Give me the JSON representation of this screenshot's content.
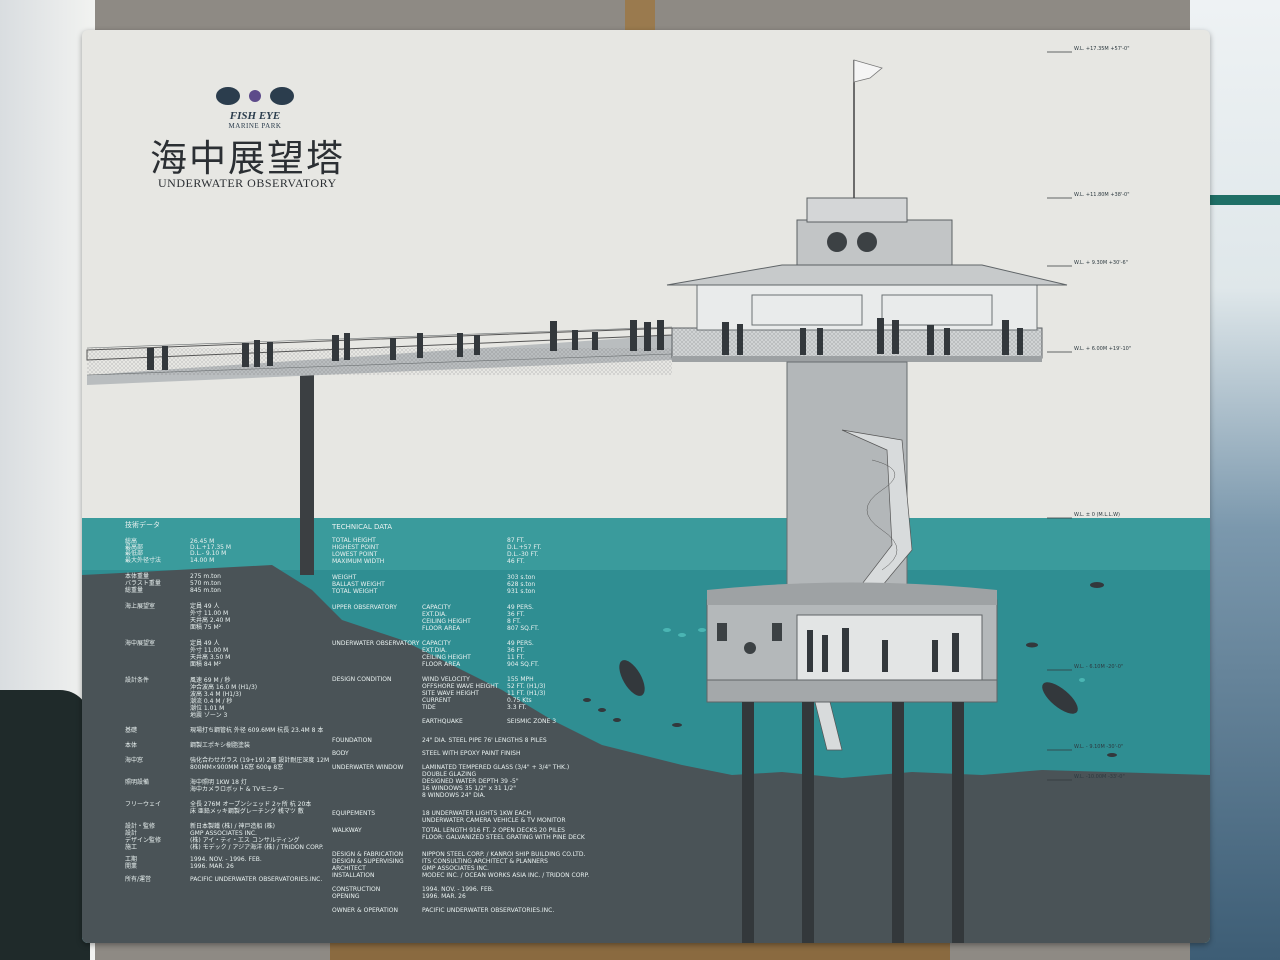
{
  "logo": {
    "name": "FISH EYE",
    "sub": "MARINE PARK"
  },
  "title_jp": "海中展望塔",
  "title_en": "UNDERWATER OBSERVATORY",
  "water_levels": [
    "W.L. +17.35M +57'-0\"",
    "W.L. +11.80M +38'-0\"",
    "W.L. + 9.30M +30'-6\"",
    "W.L. + 6.00M +19'-10\"",
    "W.L. ± 0    (M.L.L.W)",
    "W.L. - 6.10M -20'-0\"",
    "W.L. - 9.10M -30'-0\"",
    "W.L. -10.00M -33'-0\""
  ],
  "tech_jp": {
    "heading": "技術データ",
    "rows": [
      {
        "label": "総高",
        "value": "26.45 M"
      },
      {
        "label": "最高部",
        "value": "D.L.+17.35 M"
      },
      {
        "label": "最低部",
        "value": "D.L.- 9.10 M"
      },
      {
        "label": "最大外径寸法",
        "value": "14.00 M"
      },
      {
        "label": "本体重量",
        "value": "275 m.ton"
      },
      {
        "label": "バラスト重量",
        "value": "570 m.ton"
      },
      {
        "label": "総重量",
        "value": "845 m.ton"
      },
      {
        "label": "海上展望室",
        "value": "定員 49 人"
      },
      {
        "label": "",
        "value": "外寸 11.00 M"
      },
      {
        "label": "",
        "value": "天井高 2.40 M"
      },
      {
        "label": "",
        "value": "面積 75 M²"
      },
      {
        "label": "海中展望室",
        "value": "定員 49 人"
      },
      {
        "label": "",
        "value": "外寸 11.00 M"
      },
      {
        "label": "",
        "value": "天井高 3.50 M"
      },
      {
        "label": "",
        "value": "面積 84 M²"
      },
      {
        "label": "設計条件",
        "value": "風速 69 M / 秒"
      },
      {
        "label": "",
        "value": "沖合波高 16.0 M (H1/3)"
      },
      {
        "label": "",
        "value": "波高 3.4 M (H1/3)"
      },
      {
        "label": "",
        "value": "潮流 0.4 M / 秒"
      },
      {
        "label": "",
        "value": "潮位 1.01 M"
      },
      {
        "label": "",
        "value": "地震 ゾーン 3"
      },
      {
        "label": "基礎",
        "value": "現場打ち鋼管杭 外径 609.6MM 杭長 23.4M 8 本"
      },
      {
        "label": "本体",
        "value": "鋼製エポキシ樹脂塗装"
      },
      {
        "label": "海中窓",
        "value": "強化合わせガラス (19+19) 2層 設計耐圧深度 12M"
      },
      {
        "label": "",
        "value": "800MM×900MM 16窓 600φ 8窓"
      },
      {
        "label": "照明設備",
        "value": "海中照明 1KW 18 灯"
      },
      {
        "label": "",
        "value": "海中カメラロボット & TVモニター"
      },
      {
        "label": "フリーウェイ",
        "value": "全長 276M オープンシェッド 2ヶ所 杭 20本"
      },
      {
        "label": "",
        "value": "床 亜鉛メッキ鋼製グレーチング 桟マツ 敷"
      },
      {
        "label": "設計・監修",
        "value": "新日本製鐵 (株) / 神戸造船 (株)"
      },
      {
        "label": "設計",
        "value": "GMP ASSOCIATES INC."
      },
      {
        "label": "デザイン監修",
        "value": "(株) アイ・ティ・エス コンサルティング"
      },
      {
        "label": "施工",
        "value": "(株) モデック / アジア海洋 (株) / TRIDON CORP."
      },
      {
        "label": "工期",
        "value": "1994. NOV. - 1996. FEB."
      },
      {
        "label": "開業",
        "value": "1996. MAR. 26"
      },
      {
        "label": "所有/運営",
        "value": "PACIFIC UNDERWATER OBSERVATORIES.INC."
      }
    ]
  },
  "tech_en": {
    "heading": "TECHNICAL DATA",
    "rows": [
      {
        "label": "TOTAL HEIGHT",
        "sub": "",
        "value": "87 FT."
      },
      {
        "label": "HIGHEST POINT",
        "sub": "",
        "value": "D.L.+57 FT."
      },
      {
        "label": "LOWEST POINT",
        "sub": "",
        "value": "D.L.-30 FT."
      },
      {
        "label": "MAXIMUM WIDTH",
        "sub": "",
        "value": "46 FT."
      },
      {
        "label": "WEIGHT",
        "sub": "",
        "value": "303 s.ton"
      },
      {
        "label": "BALLAST WEIGHT",
        "sub": "",
        "value": "628 s.ton"
      },
      {
        "label": "TOTAL WEIGHT",
        "sub": "",
        "value": "931 s.ton"
      },
      {
        "label": "UPPER OBSERVATORY",
        "sub": "CAPACITY",
        "value": "49 PERS."
      },
      {
        "label": "",
        "sub": "EXT.DIA.",
        "value": "36 FT."
      },
      {
        "label": "",
        "sub": "CEILING HEIGHT",
        "value": "8 FT."
      },
      {
        "label": "",
        "sub": "FLOOR AREA",
        "value": "807 SQ.FT."
      },
      {
        "label": "UNDERWATER OBSERVATORY",
        "sub": "CAPACITY",
        "value": "49 PERS."
      },
      {
        "label": "",
        "sub": "EXT.DIA.",
        "value": "36 FT."
      },
      {
        "label": "",
        "sub": "CEILING HEIGHT",
        "value": "11 FT."
      },
      {
        "label": "",
        "sub": "FLOOR AREA",
        "value": "904 SQ.FT."
      },
      {
        "label": "DESIGN CONDITION",
        "sub": "WIND VELOCITY",
        "value": "155 MPH"
      },
      {
        "label": "",
        "sub": "OFFSHORE WAVE HEIGHT",
        "value": "52 FT. (H1/3)"
      },
      {
        "label": "",
        "sub": "SITE WAVE HEIGHT",
        "value": "11 FT. (H1/3)"
      },
      {
        "label": "",
        "sub": "CURRENT",
        "value": "0.75 Kts"
      },
      {
        "label": "",
        "sub": "TIDE",
        "value": "3.3 FT."
      },
      {
        "label": "",
        "sub": "EARTHQUAKE",
        "value": "SEISMIC ZONE 3"
      },
      {
        "label": "FOUNDATION",
        "sub": "24\" DIA. STEEL PIPE 76' LENGTHS 8 PILES",
        "value": ""
      },
      {
        "label": "BODY",
        "sub": "STEEL WITH EPOXY PAINT FINISH",
        "value": ""
      },
      {
        "label": "UNDERWATER WINDOW",
        "sub": "LAMINATED TEMPERED GLASS (3/4\" + 3/4\" THK.)",
        "value": ""
      },
      {
        "label": "",
        "sub": "DOUBLE GLAZING",
        "value": ""
      },
      {
        "label": "",
        "sub": "DESIGNED WATER DEPTH 39 -5\"",
        "value": ""
      },
      {
        "label": "",
        "sub": "16 WINDOWS 35 1/2\" x 31 1/2\"",
        "value": ""
      },
      {
        "label": "",
        "sub": "8 WINDOWS 24\" DIA.",
        "value": ""
      },
      {
        "label": "EQUIPEMENTS",
        "sub": "18 UNDERWATER LIGHTS 1KW EACH",
        "value": ""
      },
      {
        "label": "",
        "sub": "UNDERWATER CAMERA VEHICLE & TV MONITOR",
        "value": ""
      },
      {
        "label": "WALKWAY",
        "sub": "TOTAL LENGTH 916 FT. 2 OPEN DECKS 20 PILES",
        "value": ""
      },
      {
        "label": "",
        "sub": "FLOOR: GALVANIZED STEEL GRATING WITH PINE DECK",
        "value": ""
      },
      {
        "label": "DESIGN & FABRICATION",
        "sub": "NIPPON STEEL CORP. / KANROI SHIP BUILDING CO.LTD.",
        "value": ""
      },
      {
        "label": "DESIGN & SUPERVISING",
        "sub": "ITS CONSULTING ARCHITECT & PLANNERS",
        "value": ""
      },
      {
        "label": "ARCHITECT",
        "sub": "GMP ASSOCIATES INC.",
        "value": ""
      },
      {
        "label": "INSTALLATION",
        "sub": "MODEC INC. / OCEAN WORKS ASIA INC. / TRIDON CORP.",
        "value": ""
      },
      {
        "label": "CONSTRUCTION",
        "sub": "1994. NOV. - 1996. FEB.",
        "value": ""
      },
      {
        "label": "OPENING",
        "sub": "1996. MAR. 26",
        "value": ""
      },
      {
        "label": "OWNER & OPERATION",
        "sub": "PACIFIC UNDERWATER OBSERVATORIES.INC.",
        "value": ""
      }
    ]
  },
  "colors": {
    "board": "#e7e7e3",
    "water": "#2f8e92",
    "water_deep": "#3ea4a5",
    "seabed": "#4a5357",
    "tower": "#a8acae",
    "silhouette": "#33383c"
  }
}
